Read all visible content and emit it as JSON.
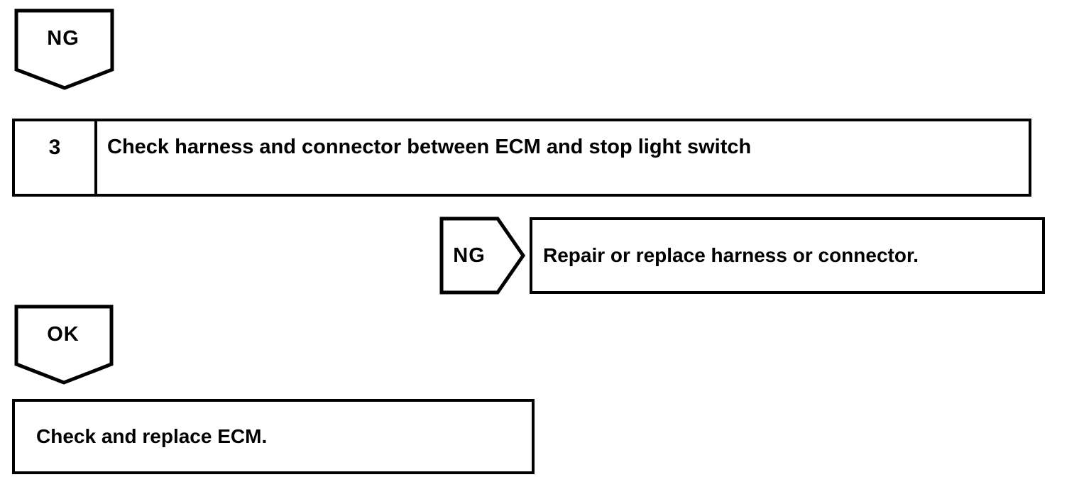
{
  "page": {
    "background_color": "#ffffff",
    "line_color": "#000000",
    "type": "diagnostic-flowchart"
  },
  "flowchart": {
    "entry_connector": {
      "label": "NG",
      "shape": "pentagon-down"
    },
    "step_box": {
      "number": "3",
      "title": "Check harness and connector between ECM and stop light switch"
    },
    "ng_branch": {
      "connector_label": "NG",
      "connector_shape": "pentagon-right",
      "action": "Repair or replace harness or connector."
    },
    "ok_branch": {
      "connector_label": "OK",
      "connector_shape": "pentagon-down",
      "action": "Check and replace ECM."
    }
  }
}
